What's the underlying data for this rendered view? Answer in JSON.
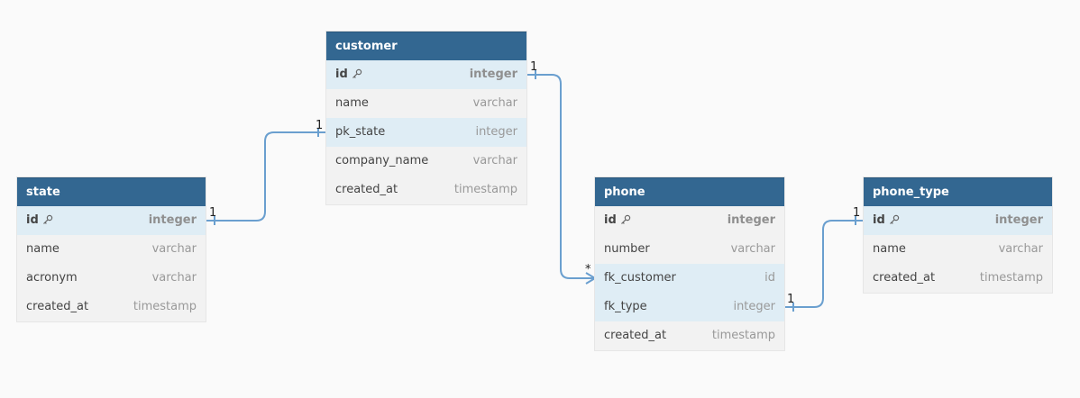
{
  "tables": {
    "customer": {
      "title": "customer",
      "fields": [
        {
          "name": "id",
          "type": "integer"
        },
        {
          "name": "name",
          "type": "varchar"
        },
        {
          "name": "pk_state",
          "type": "integer"
        },
        {
          "name": "company_name",
          "type": "varchar"
        },
        {
          "name": "created_at",
          "type": "timestamp"
        }
      ]
    },
    "state": {
      "title": "state",
      "fields": [
        {
          "name": "id",
          "type": "integer"
        },
        {
          "name": "name",
          "type": "varchar"
        },
        {
          "name": "acronym",
          "type": "varchar"
        },
        {
          "name": "created_at",
          "type": "timestamp"
        }
      ]
    },
    "phone": {
      "title": "phone",
      "fields": [
        {
          "name": "id",
          "type": "integer"
        },
        {
          "name": "number",
          "type": "varchar"
        },
        {
          "name": "fk_customer",
          "type": "id"
        },
        {
          "name": "fk_type",
          "type": "integer"
        },
        {
          "name": "created_at",
          "type": "timestamp"
        }
      ]
    },
    "phone_type": {
      "title": "phone_type",
      "fields": [
        {
          "name": "id",
          "type": "integer"
        },
        {
          "name": "name",
          "type": "varchar"
        },
        {
          "name": "created_at",
          "type": "timestamp"
        }
      ]
    }
  },
  "relationships": [
    {
      "from": "state.id",
      "to": "customer.pk_state",
      "from_label": "1",
      "to_label": "1"
    },
    {
      "from": "customer.id",
      "to": "phone.fk_customer",
      "from_label": "1",
      "to_label": "*"
    },
    {
      "from": "phone_type.id",
      "to": "phone.fk_type",
      "from_label": "1",
      "to_label": "1"
    }
  ],
  "colors": {
    "header": "#336791",
    "highlight_row": "#dfedf5",
    "row": "#f2f2f2",
    "link": "#6a9fcf"
  },
  "icons": {
    "primary_key": "key-icon"
  }
}
